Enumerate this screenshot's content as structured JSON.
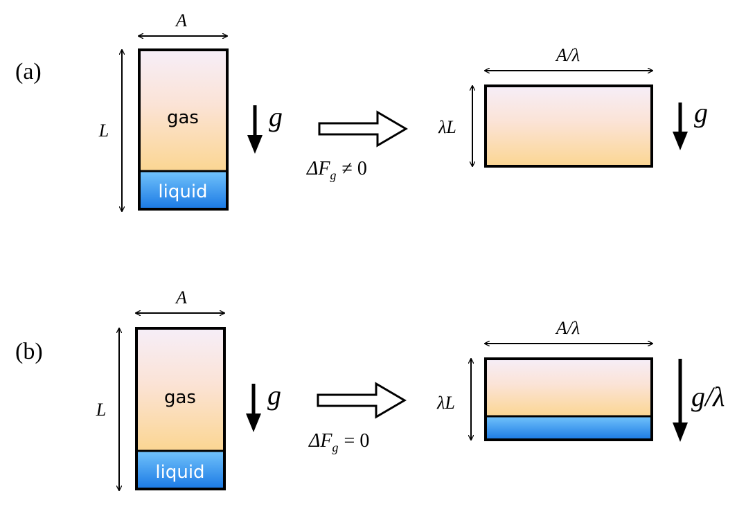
{
  "panels": [
    {
      "label": "(a)",
      "left": {
        "width_label": "A",
        "height_label": "L",
        "gas_label": "gas",
        "liquid_label": "liquid",
        "gravity_label": "g"
      },
      "transition_label": "ΔF",
      "transition_subscript": "g",
      "transition_relation": "≠ 0",
      "right": {
        "width_label": "A/λ",
        "height_label": "λL",
        "gravity_label": "g",
        "has_liquid": false
      }
    },
    {
      "label": "(b)",
      "left": {
        "width_label": "A",
        "height_label": "L",
        "gas_label": "gas",
        "liquid_label": "liquid",
        "gravity_label": "g"
      },
      "transition_label": "ΔF",
      "transition_subscript": "g",
      "transition_relation": "= 0",
      "right": {
        "width_label": "A/λ",
        "height_label": "λL",
        "gravity_label": "g/λ",
        "has_liquid": true
      }
    }
  ],
  "colors": {
    "gas_top": "#f6eef8",
    "gas_bottom": "#fbd692",
    "liquid_top": "#72c3fb",
    "liquid_bottom": "#1a79e4",
    "stroke": "#000000"
  }
}
